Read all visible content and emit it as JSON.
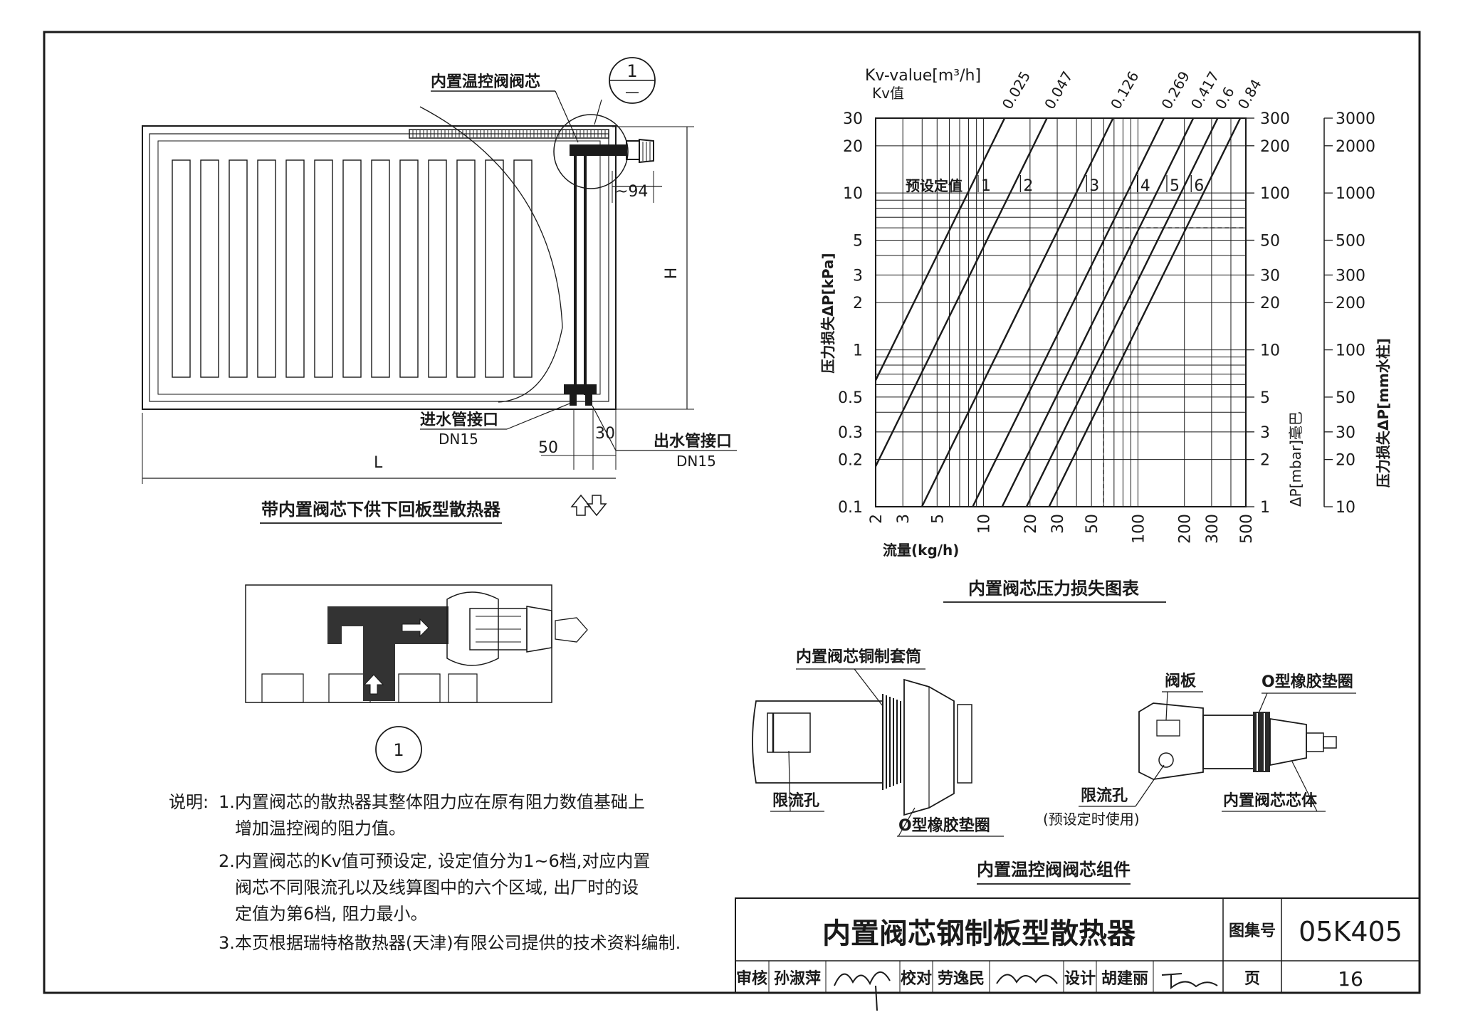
{
  "radiator_drawing": {
    "valve_core_label": "内置温控阀阀芯",
    "detail_callout_top": "1",
    "detail_callout_bottom": "—",
    "dim_94": "~94",
    "dim_H": "H",
    "inlet_label": "进水管接口",
    "inlet_size": "DN15",
    "outlet_label": "出水管接口",
    "outlet_size": "DN15",
    "dim_50": "50",
    "dim_30": "30",
    "dim_L": "L",
    "caption": "带内置阀芯下供下回板型散热器"
  },
  "detail_view": {
    "detail_number": "1"
  },
  "chart_data": {
    "type": "line",
    "title": "内置阀芯压力损失图表",
    "xlabel": "流量(kg/h)",
    "ylabel_left": "压力损失ΔP[kPa]",
    "ylabel_right_mbar": "ΔP[mbar]毫巴",
    "ylabel_right_mm": "压力损失ΔP[mm水柱]",
    "kv_header_line1": "Kv-value[m³/h]",
    "kv_header_line2": "Kv值",
    "preset_label": "预设定值",
    "x_scale": "log",
    "y_scale": "log",
    "xlim": [
      2,
      500
    ],
    "ylim": [
      0.1,
      30
    ],
    "x_ticks": [
      "2",
      "3",
      "5",
      "10",
      "20",
      "30",
      "50",
      "100",
      "200",
      "300",
      "500"
    ],
    "y_ticks_kpa": [
      "30",
      "20",
      "10",
      "5",
      "3",
      "2",
      "1",
      "0.5",
      "0.3",
      "0.2",
      "0.1"
    ],
    "y_ticks_mbar": [
      "300",
      "200",
      "100",
      "50",
      "30",
      "20",
      "10",
      "5",
      "3",
      "2",
      "1"
    ],
    "y_ticks_mm": [
      "3000",
      "2000",
      "1000",
      "500",
      "300",
      "200",
      "100",
      "50",
      "30",
      "20",
      "10"
    ],
    "series": [
      {
        "name": "1",
        "kv": 0.025
      },
      {
        "name": "2",
        "kv": 0.047
      },
      {
        "name": "3",
        "kv": 0.126
      },
      {
        "name": "4",
        "kv": 0.269
      },
      {
        "name": "5",
        "kv": 0.417
      },
      {
        "name": "6",
        "kv": 0.6
      }
    ],
    "extra_kv_label": "0.84",
    "example_point": {
      "flow": 60,
      "kpa": 6
    },
    "grid": true
  },
  "valve_parts": {
    "sleeve_label": "内置阀芯铜制套筒",
    "restrictor_left_label": "限流孔",
    "oring_left_label": "O型橡胶垫圈",
    "valve_plate_label": "阀板",
    "oring_right_label": "O型橡胶垫圈",
    "restrictor_right_label": "限流孔",
    "restrictor_right_note": "(预设定时使用)",
    "core_body_label": "内置阀芯芯体",
    "caption": "内置温控阀阀芯组件"
  },
  "notes": {
    "prefix": "说明:",
    "line1": "1.内置阀芯的散热器其整体阻力应在原有阻力数值基础上",
    "line1b": "增加温控阀的阻力值。",
    "line2": "2.内置阀芯的Kv值可预设定, 设定值分为1~6档,对应内置",
    "line2b": "阀芯不同限流孔以及线算图中的六个区域, 出厂时的设",
    "line2c": "定值为第6档, 阻力最小。",
    "line3": "3.本页根据瑞特格散热器(天津)有限公司提供的技术资料编制."
  },
  "title_block": {
    "title": "内置阀芯钢制板型散热器",
    "atlas_label": "图集号",
    "atlas_no": "05K405",
    "review_label": "审核",
    "review_name": "孙淑萍",
    "check_label": "校对",
    "check_name": "劳逸民",
    "design_label": "设计",
    "design_name": "胡建丽",
    "page_label": "页",
    "page_no": "16"
  }
}
